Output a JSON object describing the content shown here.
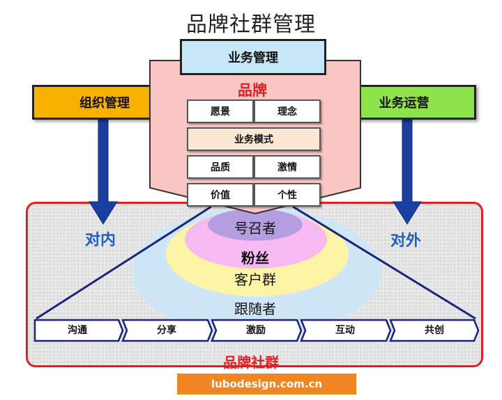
{
  "title": "品牌社群管理",
  "business_management": "业务管理",
  "brand": {
    "label": "品牌",
    "cells": {
      "wish": "愿景",
      "philosophy": "理念",
      "business_model": "业务模式",
      "quality": "品质",
      "passion": "激情",
      "value": "价值",
      "personality": "个性"
    }
  },
  "left_side": {
    "box": "组织管理",
    "direction": "对内",
    "color": "#f7b200"
  },
  "right_side": {
    "box": "业务运营",
    "direction": "对外",
    "color": "#8ee44a"
  },
  "rings": {
    "caller": "号召者",
    "fans": "粉丝",
    "customers": "客户群",
    "followers": "跟随者"
  },
  "process_steps": [
    "沟通",
    "分享",
    "激励",
    "互动",
    "共创"
  ],
  "community_label": "品牌社群",
  "footer": "lubodesign.com.cn",
  "colors": {
    "accent_red": "#e31e24",
    "arrow_blue": "#1a3fa0",
    "footer_orange": "#f08521"
  }
}
